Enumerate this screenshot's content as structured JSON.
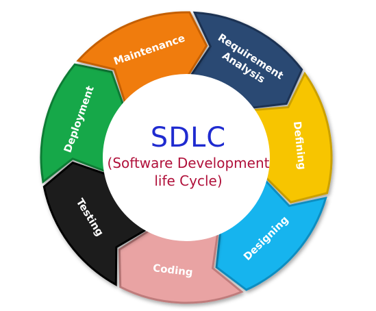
{
  "diagram": {
    "center": {
      "title": "SDLC",
      "subtitle_line1": "(Software Development",
      "subtitle_line2": "life Cycle)",
      "title_color": "#1f2bd0",
      "subtitle_color": "#b0103a"
    },
    "phases": [
      {
        "label": "Requirement",
        "label2": "Analysis",
        "color": "#2c4a73",
        "edge": "#1b3152"
      },
      {
        "label": "Defining",
        "label2": "",
        "color": "#f7c500",
        "edge": "#caa000"
      },
      {
        "label": "Designing",
        "label2": "",
        "color": "#14b4ee",
        "edge": "#0a8dc0"
      },
      {
        "label": "Coding",
        "label2": "",
        "color": "#e9a3a3",
        "edge": "#bf7c7c"
      },
      {
        "label": "Testing",
        "label2": "",
        "color": "#1e1e1e",
        "edge": "#000000"
      },
      {
        "label": "Deployment",
        "label2": "",
        "color": "#19a84a",
        "edge": "#0f7c34"
      },
      {
        "label": "Maintenance",
        "label2": "",
        "color": "#f07b10",
        "edge": "#c45f05"
      }
    ]
  }
}
